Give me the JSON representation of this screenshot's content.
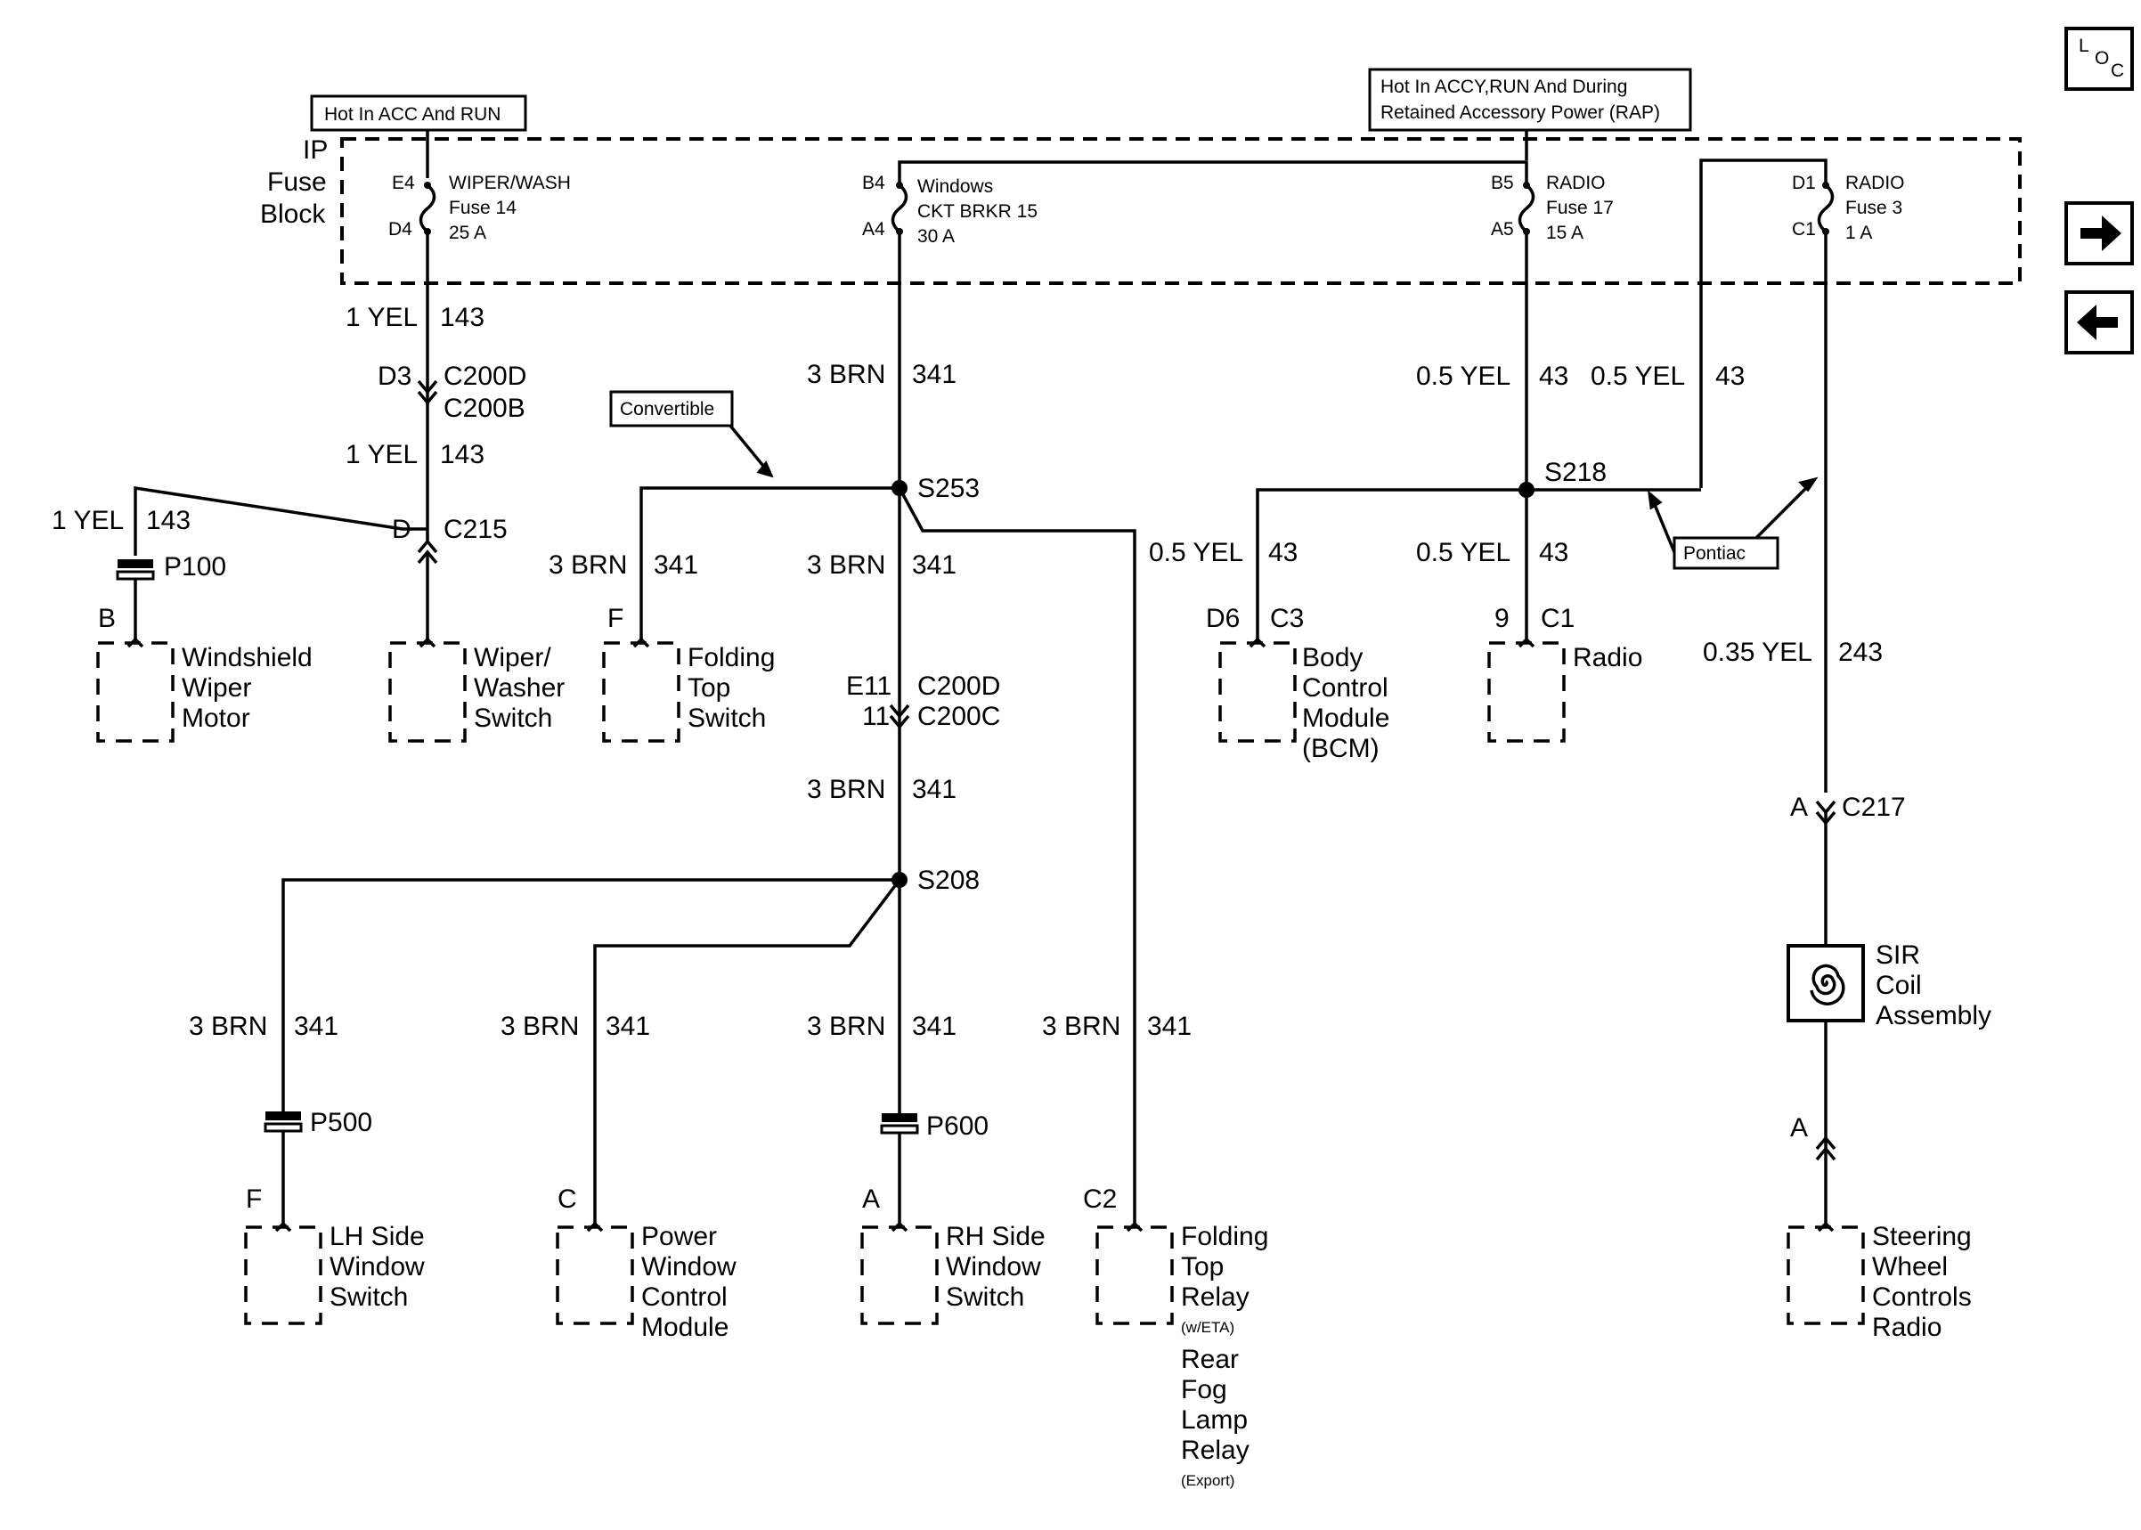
{
  "header": {
    "loc_label": "LOC",
    "hot_acc_run": "Hot In ACC And RUN",
    "hot_rap_line1": "Hot In ACCY,RUN And During",
    "hot_rap_line2": "Retained Accessory Power (RAP)"
  },
  "fuse_block": {
    "title_line1": "IP",
    "title_line2": "Fuse",
    "title_line3": "Block",
    "fuses": [
      {
        "top_pin": "E4",
        "bottom_pin": "D4",
        "name": "WIPER/WASH",
        "line2": "Fuse 14",
        "rating": "25 A"
      },
      {
        "top_pin": "B4",
        "bottom_pin": "A4",
        "name": "Windows",
        "line2": "CKT BRKR 15",
        "rating": "30 A"
      },
      {
        "top_pin": "B5",
        "bottom_pin": "A5",
        "name": "RADIO",
        "line2": "Fuse 17",
        "rating": "15 A"
      },
      {
        "top_pin": "D1",
        "bottom_pin": "C1",
        "name": "RADIO",
        "line2": "Fuse 3",
        "rating": "1 A"
      }
    ]
  },
  "wires": {
    "yel143_color": "1 YEL",
    "yel143_ckt": "143",
    "brn341_color": "3 BRN",
    "brn341_ckt": "341",
    "yel43_color": "0.5 YEL",
    "yel43_ckt": "43",
    "yel243_color": "0.35 YEL",
    "yel243_ckt": "243"
  },
  "connectors": {
    "d3": "D3",
    "c200d": "C200D",
    "c200b": "C200B",
    "d": "D",
    "c215": "C215",
    "p100": "P100",
    "b": "B",
    "s253": "S253",
    "s218": "S218",
    "s208": "S208",
    "f": "F",
    "e11": "E11",
    "eleven": "11",
    "c200c": "C200C",
    "d6": "D6",
    "c3": "C3",
    "nine": "9",
    "c1": "C1",
    "a": "A",
    "c217": "C217",
    "p500": "P500",
    "p600": "P600",
    "c": "C",
    "c2": "C2"
  },
  "callouts": {
    "convertible": "Convertible",
    "pontiac": "Pontiac"
  },
  "components": {
    "windshield_wiper_motor": [
      "Windshield",
      "Wiper",
      "Motor"
    ],
    "wiper_washer_switch": [
      "Wiper/",
      "Washer",
      "Switch"
    ],
    "folding_top_switch": [
      "Folding",
      "Top",
      "Switch"
    ],
    "bcm": [
      "Body",
      "Control",
      "Module",
      "(BCM)"
    ],
    "radio": [
      "Radio"
    ],
    "sir_coil": [
      "SIR",
      "Coil",
      "Assembly"
    ],
    "lh_window_switch": [
      "LH Side",
      "Window",
      "Switch"
    ],
    "power_window_module": [
      "Power",
      "Window",
      "Control",
      "Module"
    ],
    "rh_window_switch": [
      "RH Side",
      "Window",
      "Switch"
    ],
    "folding_top_relay": [
      "Folding",
      "Top",
      "Relay"
    ],
    "folding_top_relay_note": "(w/ETA)",
    "rear_fog_relay": [
      "Rear",
      "Fog",
      "Lamp",
      "Relay"
    ],
    "rear_fog_relay_note": "(Export)",
    "steering_wheel_radio": [
      "Steering",
      "Wheel",
      "Controls",
      "Radio"
    ]
  }
}
